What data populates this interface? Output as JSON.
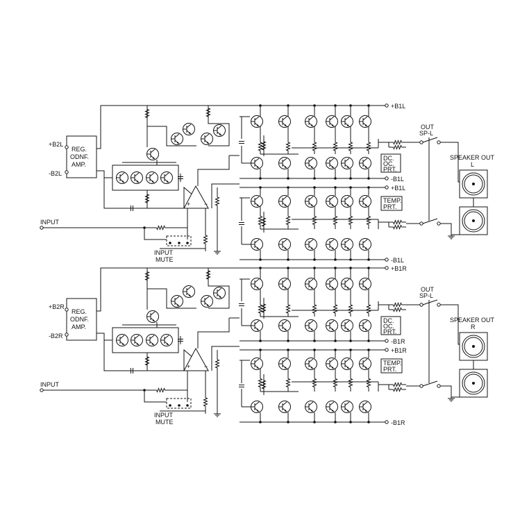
{
  "colors": {
    "ink": "#111111",
    "background": "#ffffff"
  },
  "channels": [
    {
      "id": "L",
      "supply_pos_b2": "+B2L",
      "supply_neg_b2": "-B2L",
      "regulator_lines": [
        "REG.",
        "ODNF.",
        "AMP."
      ],
      "input": "INPUT",
      "input_mute_lines": [
        "INPUT",
        "MUTE"
      ],
      "rail_pos_upper": "+B1L",
      "rail_neg_upper": "-B1L",
      "rail_pos_lower": "+B1L",
      "rail_neg_lower": "-B1L",
      "protect_box_lines": [
        "DC.",
        "OC.",
        "PRT."
      ],
      "temp_box_lines": [
        "TEMP.",
        "PRT."
      ],
      "out_switch_lines": [
        "OUT",
        "SP-L"
      ],
      "speaker_out_lines": [
        "SPEAKER OUT",
        "L"
      ],
      "opamp_plus": "+",
      "opamp_minus": "−"
    },
    {
      "id": "R",
      "supply_pos_b2": "+B2R",
      "supply_neg_b2": "-B2R",
      "regulator_lines": [
        "REG.",
        "ODNF.",
        "AMP."
      ],
      "input": "INPUT",
      "input_mute_lines": [
        "INPUT",
        "MUTE"
      ],
      "rail_pos_upper": "+B1R",
      "rail_neg_upper": "-B1R",
      "rail_pos_lower": "+B1R",
      "rail_neg_lower": "-B1R",
      "protect_box_lines": [
        "DC.",
        "OC.",
        "PRT."
      ],
      "temp_box_lines": [
        "TEMP.",
        "PRT."
      ],
      "out_switch_lines": [
        "OUT",
        "SP-L"
      ],
      "speaker_out_lines": [
        "SPEAKER OUT",
        "R"
      ],
      "opamp_plus": "+",
      "opamp_minus": "−"
    }
  ],
  "icons": {
    "transistor": "npn-transistor-icon",
    "resistor": "resistor-icon",
    "capacitor": "capacitor-icon",
    "ground": "ground-icon",
    "speaker": "speaker-icon",
    "op_amp": "op-amp-icon",
    "switch": "switch-icon",
    "terminal": "terminal-icon"
  }
}
